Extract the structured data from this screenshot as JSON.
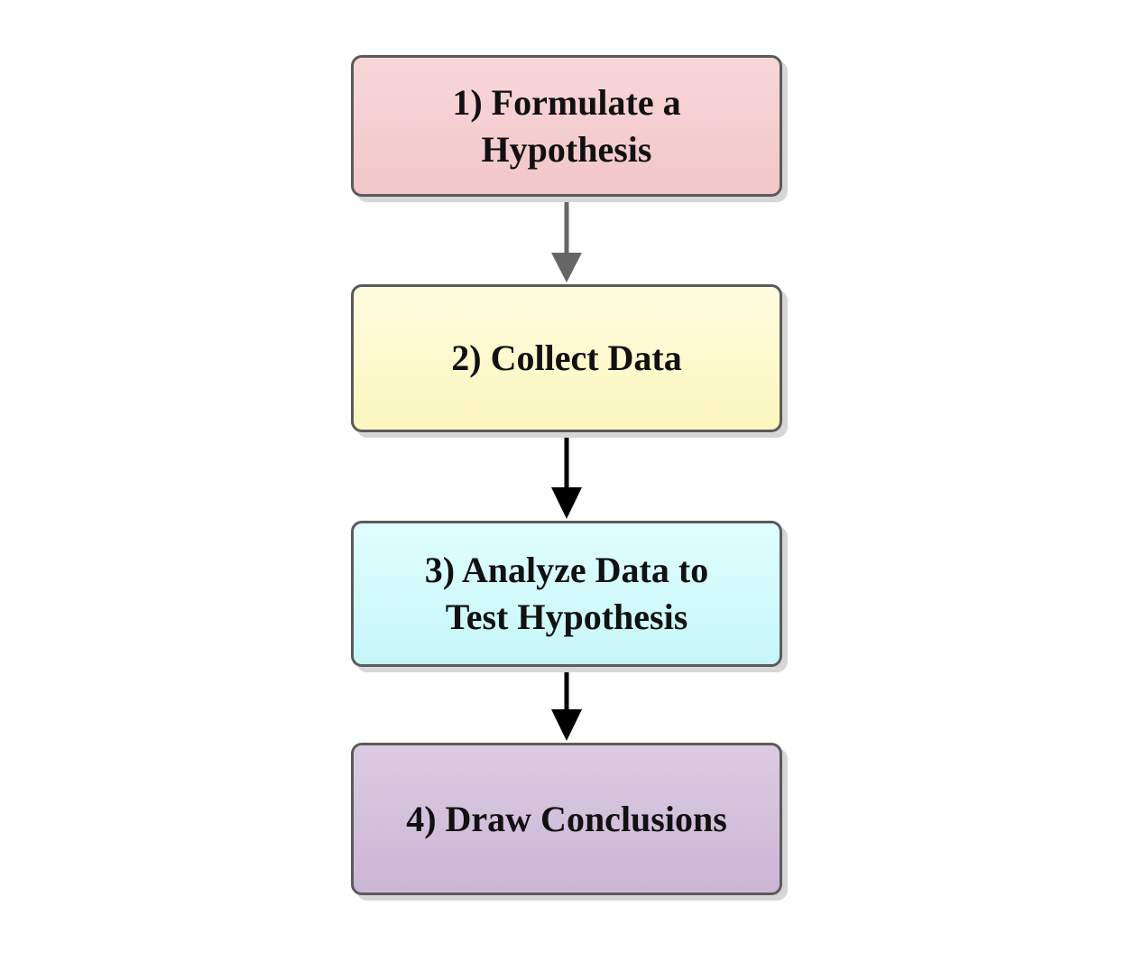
{
  "diagram": {
    "steps": [
      {
        "id": "step-1",
        "label": "1) Formulate a\nHypothesis",
        "color_top": "#f8d7d9",
        "color_bottom": "#f2c6c8"
      },
      {
        "id": "step-2",
        "label": "2) Collect Data",
        "color_top": "#fefde0",
        "color_bottom": "#fbf6bd"
      },
      {
        "id": "step-3",
        "label": "3) Analyze Data to\nTest Hypothesis",
        "color_top": "#e0fefe",
        "color_bottom": "#c6f6f8"
      },
      {
        "id": "step-4",
        "label": "4) Draw Conclusions",
        "color_top": "#dccbe2",
        "color_bottom": "#cbb6d6"
      }
    ],
    "arrows": [
      {
        "from": "step-1",
        "to": "step-2",
        "color": "#666666"
      },
      {
        "from": "step-2",
        "to": "step-3",
        "color": "#000000"
      },
      {
        "from": "step-3",
        "to": "step-4",
        "color": "#000000"
      }
    ],
    "border_color": "#5a5a5a"
  }
}
